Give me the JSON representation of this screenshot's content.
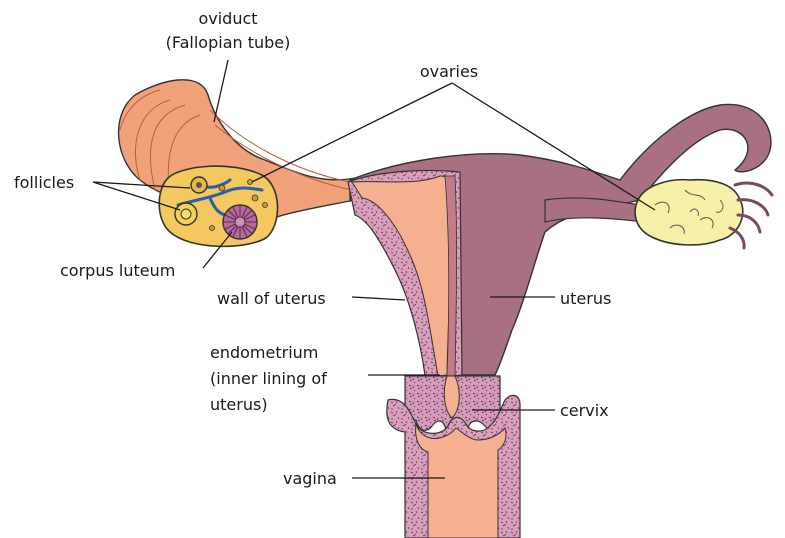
{
  "labels": {
    "oviduct_line1": "oviduct",
    "oviduct_line2": "(Fallopian tube)",
    "ovaries": "ovaries",
    "follicles": "follicles",
    "corpus_luteum": "corpus luteum",
    "wall_of_uterus": "wall of uterus",
    "uterus": "uterus",
    "endometrium_line1": "endometrium",
    "endometrium_line2": "(inner lining of",
    "endometrium_line3": "uterus)",
    "cervix": "cervix",
    "vagina": "vagina"
  },
  "colors": {
    "oviduct": "#f2a27a",
    "uterus": "#a87080",
    "wall": "#d8a0bc",
    "endometrium": "#f5b090",
    "ovary_left": "#f3c85e",
    "ovary_right": "#f6f0a8",
    "vessels": "#2b5fa8",
    "outline": "#333333"
  }
}
